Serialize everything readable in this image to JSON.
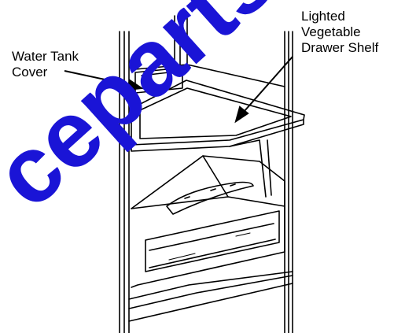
{
  "labels": {
    "water_tank_cover": "Water Tank\nCover",
    "lighted_shelf": "Lighted\nVegetable\nDrawer Shelf"
  },
  "watermark": {
    "text": "ceparts",
    "color": "#1a14d6"
  },
  "colors": {
    "line": "#000000",
    "background": "#ffffff"
  }
}
